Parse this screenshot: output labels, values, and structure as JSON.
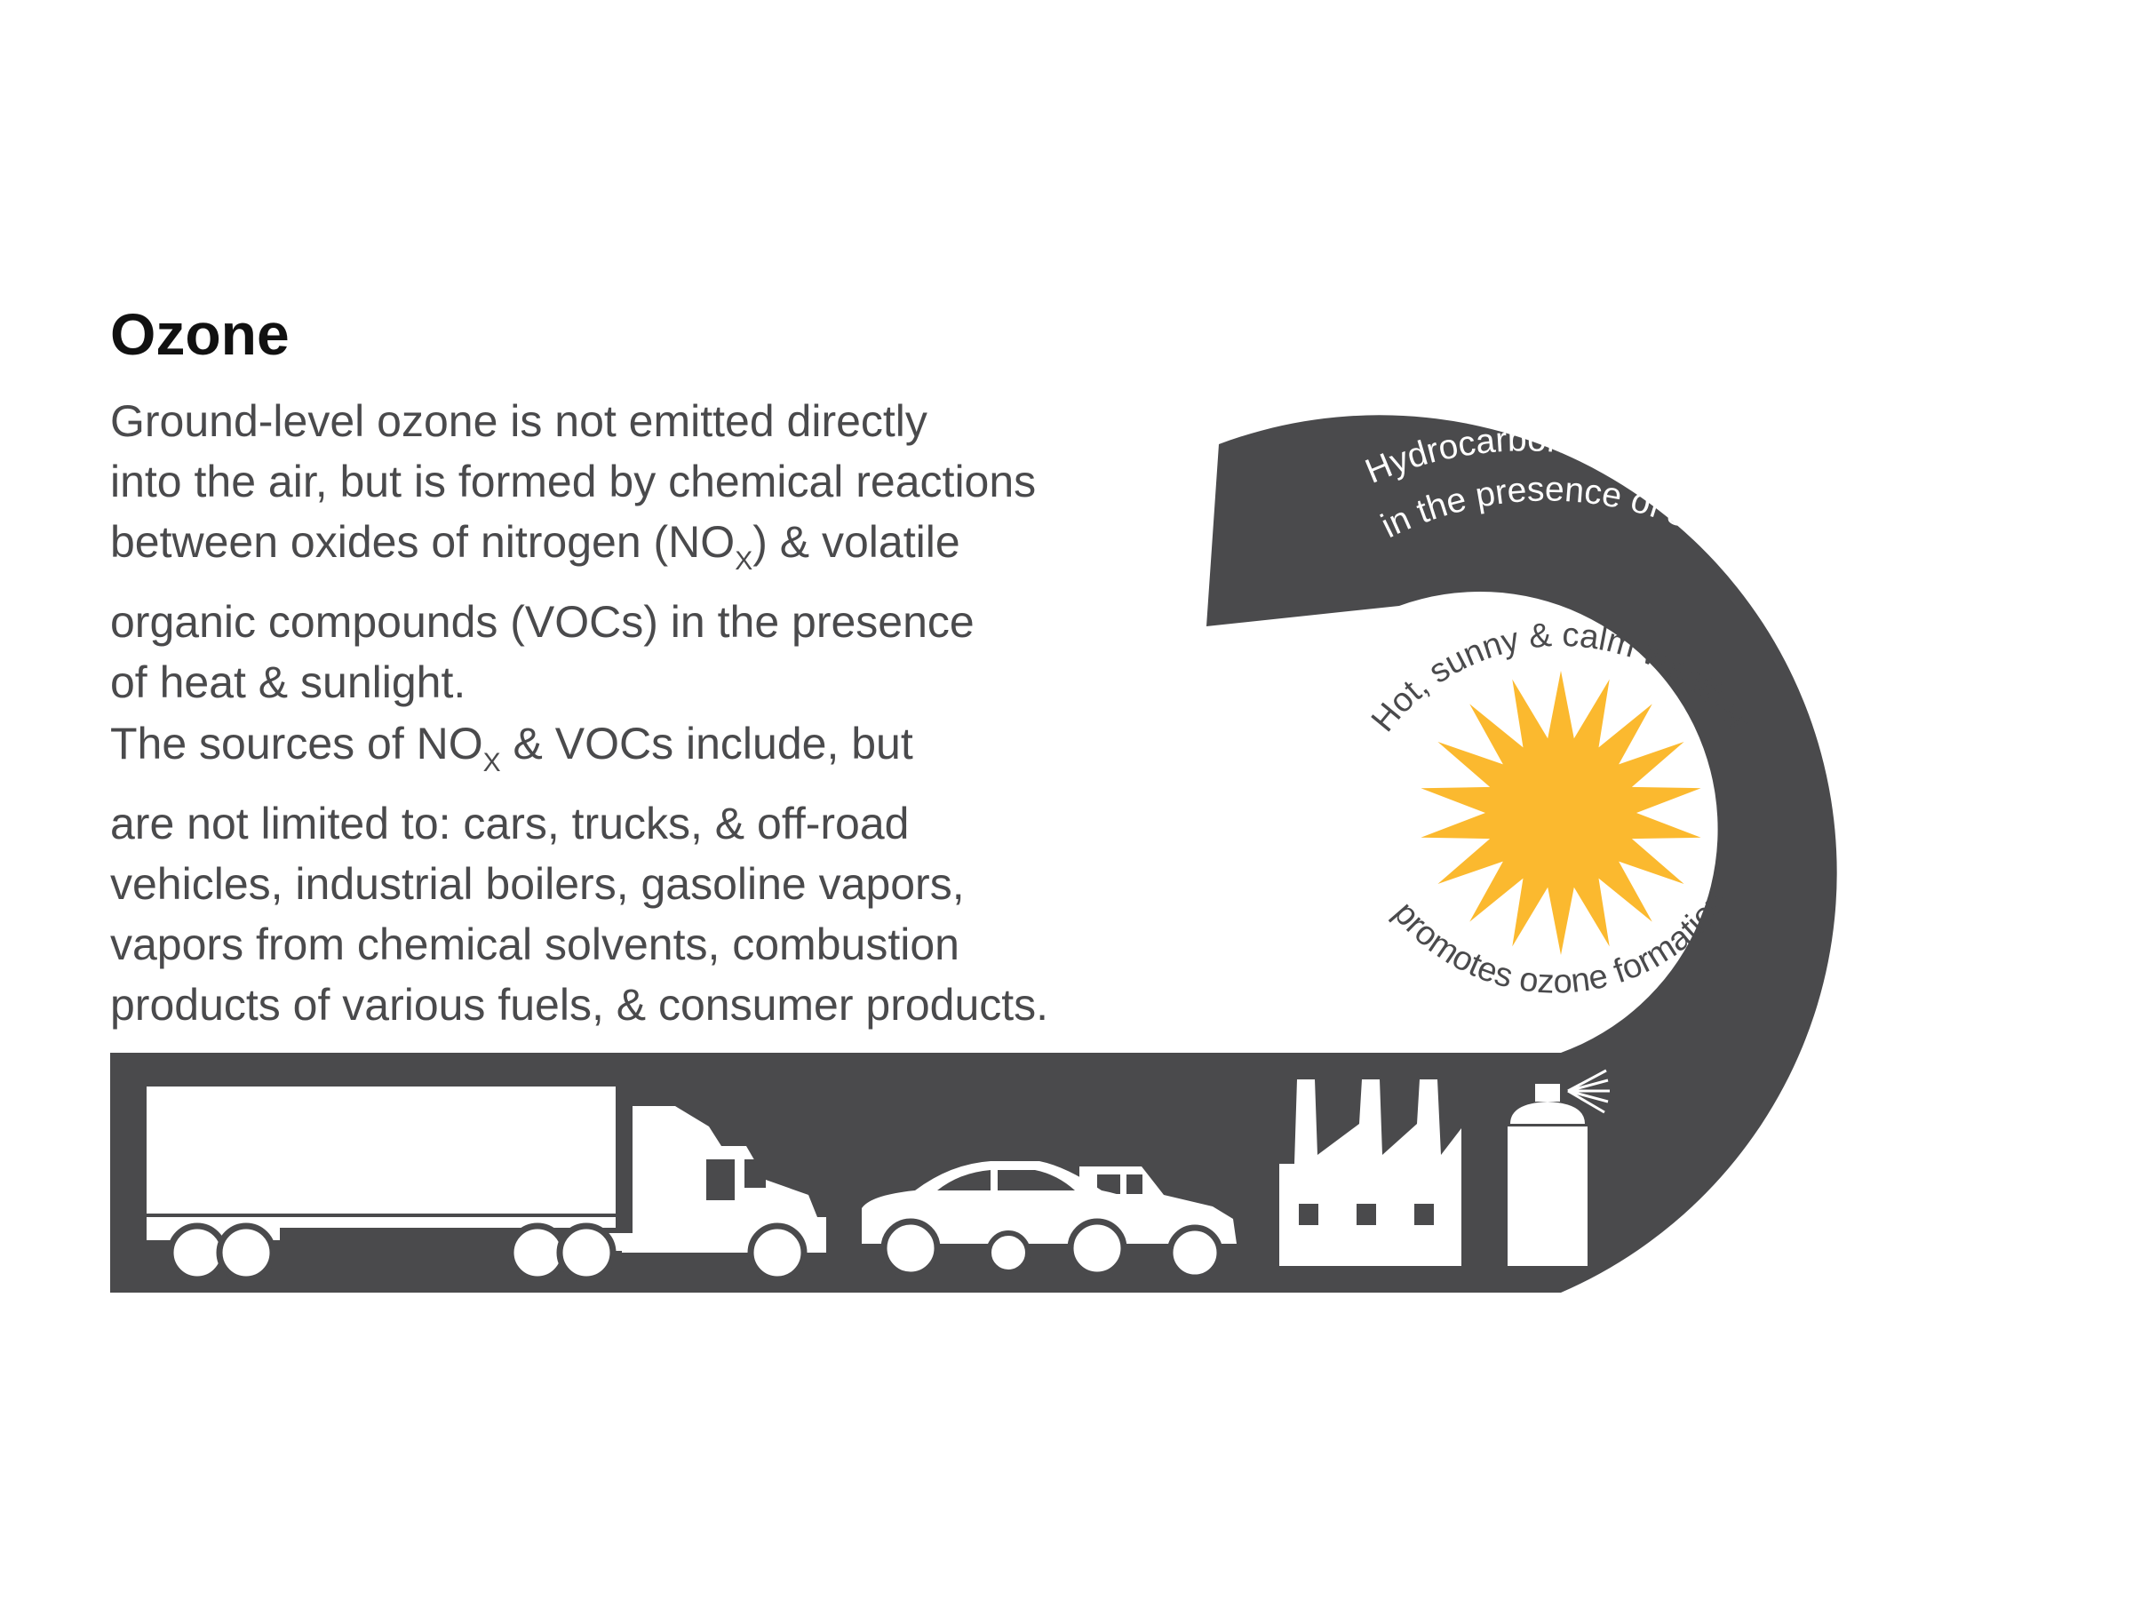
{
  "title": "Ozone",
  "paragraph1": {
    "line1": "Ground-level ozone is not emitted directly",
    "line2": "into the air, but is formed by chemical reactions",
    "line3_before": "between oxides of nitrogen (NO",
    "line3_sub": "X",
    "line3_after": ") & volatile",
    "line4": "organic compounds (VOCs) in the presence",
    "line5": "of heat & sunlight."
  },
  "paragraph2": {
    "line1_before": "The sources of NO",
    "line1_sub": "X",
    "line1_after": " & VOCs include, but",
    "line2": "are not limited to: cars, trucks, & off-road",
    "line3": "vehicles, industrial boilers, gasoline vapors,",
    "line4": "vapors from chemical solvents, combustion",
    "line5": "products of various fuels, & consumer products."
  },
  "arc_text": {
    "outer": "Hydrocarbons & nitrogen oxide gases react",
    "inner": "in the presence of sunlight to form ozone"
  },
  "sun_text": {
    "top": "Hot, sunny & calm weather",
    "bottom": "promotes ozone formation"
  },
  "icons": [
    "semi-truck-icon",
    "car-icon",
    "pickup-truck-icon",
    "factory-icon",
    "spray-can-icon",
    "sun-icon"
  ],
  "colors": {
    "band": "#4a4a4c",
    "sun": "#fbb92f",
    "title": "#111111",
    "body_text": "#4a4a4c",
    "icon": "#ffffff"
  }
}
